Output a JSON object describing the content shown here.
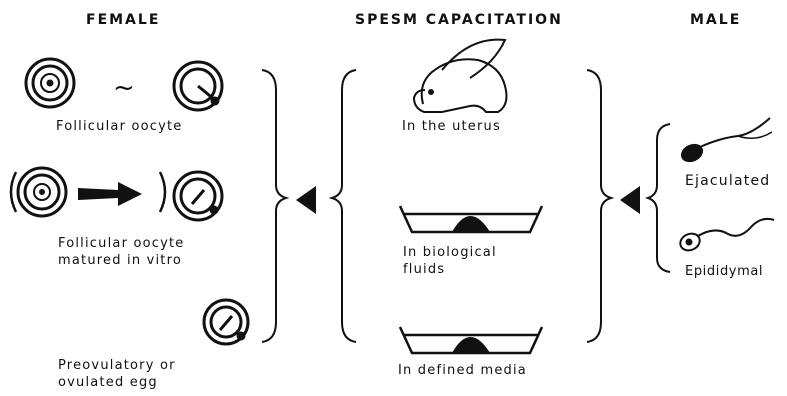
{
  "headings": {
    "female": "FEMALE",
    "capacitation": "SPESM CAPACITATION",
    "male": "MALE"
  },
  "female": {
    "follicular_oocyte": "Follicular oocyte",
    "matured_in_vitro": "Follicular oocyte\nmatured in vitro",
    "preovulatory": "Preovulatory or\novulated egg",
    "tilde": "~"
  },
  "capacitation": {
    "uterus": "In the uterus",
    "biological_fluids": "In biological\nfluids",
    "defined_media": "In defined media"
  },
  "male": {
    "ejaculated": "Ejaculated",
    "epididymal": "Epididymal"
  }
}
